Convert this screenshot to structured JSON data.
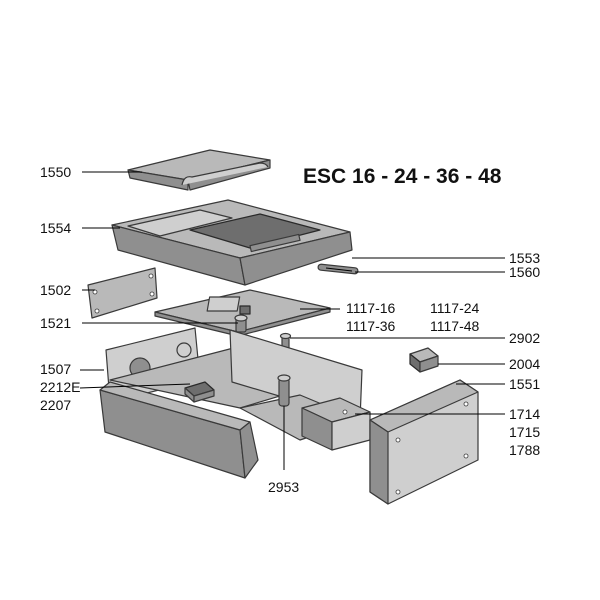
{
  "title": "ESC 16 - 24 - 36 - 48",
  "labels": {
    "l1550": "1550",
    "l1554": "1554",
    "l1553": "1553",
    "l1560": "1560",
    "l1502": "1502",
    "l1521": "1521",
    "l1117_16": "1117-16",
    "l1117_24": "1117-24",
    "l1117_36": "1117-36",
    "l1117_48": "1117-48",
    "l2902": "2902",
    "l1507": "1507",
    "l2004": "2004",
    "l2212E": "2212E",
    "l2207": "2207",
    "l1551": "1551",
    "l1714": "1714",
    "l1715": "1715",
    "l1788": "1788",
    "l2953": "2953"
  }
}
